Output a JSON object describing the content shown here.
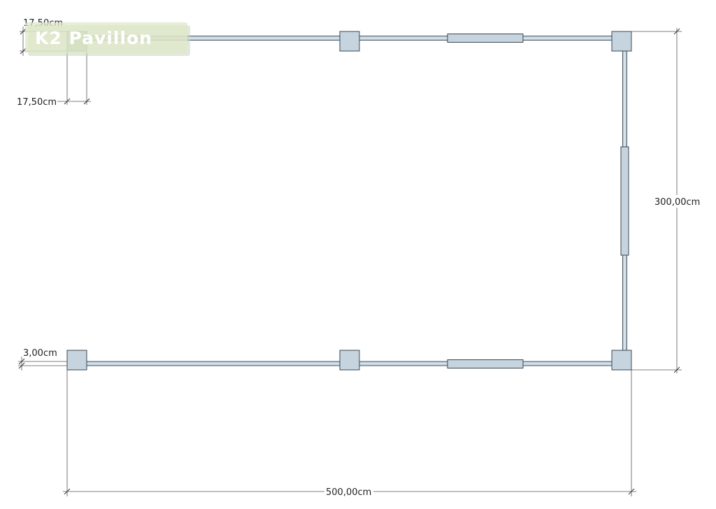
{
  "logo": {
    "text": "K2 Pavillon"
  },
  "dimensions": {
    "post_top_width": "17,50cm",
    "post_side_width": "17,50cm",
    "wall_thickness": "3,00cm",
    "depth": "300,00cm",
    "width": "500,00cm"
  },
  "colors": {
    "post": "#c5d4df",
    "post_selected": "#a9bba6",
    "outline": "#3c4750",
    "dimension_line": "#555555",
    "logo_badge": "#dfe8c8"
  }
}
